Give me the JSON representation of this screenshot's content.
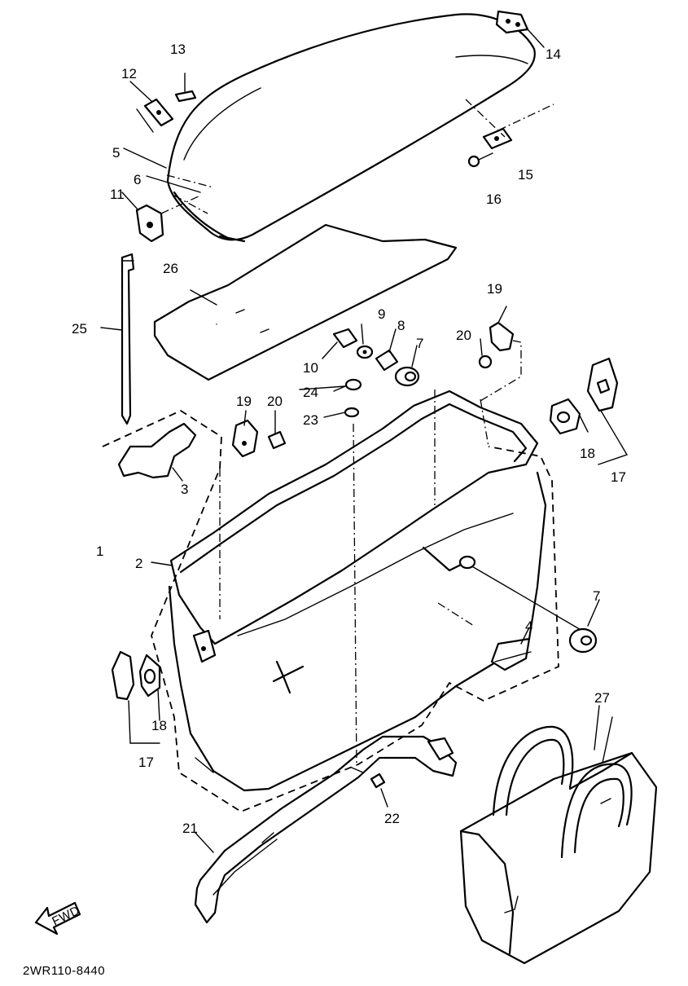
{
  "diagram": {
    "drawing_code": "2WR110-8440",
    "direction_marker": "FWD",
    "callouts": [
      {
        "key": "c1",
        "label": "1"
      },
      {
        "key": "c2",
        "label": "2"
      },
      {
        "key": "c3",
        "label": "3"
      },
      {
        "key": "c4",
        "label": "4"
      },
      {
        "key": "c5",
        "label": "5"
      },
      {
        "key": "c6",
        "label": "6"
      },
      {
        "key": "c7a",
        "label": "7"
      },
      {
        "key": "c7b",
        "label": "7"
      },
      {
        "key": "c8",
        "label": "8"
      },
      {
        "key": "c9",
        "label": "9"
      },
      {
        "key": "c10",
        "label": "10"
      },
      {
        "key": "c11",
        "label": "11"
      },
      {
        "key": "c12",
        "label": "12"
      },
      {
        "key": "c13",
        "label": "13"
      },
      {
        "key": "c14",
        "label": "14"
      },
      {
        "key": "c15",
        "label": "15"
      },
      {
        "key": "c16",
        "label": "16"
      },
      {
        "key": "c17a",
        "label": "17"
      },
      {
        "key": "c17b",
        "label": "17"
      },
      {
        "key": "c18a",
        "label": "18"
      },
      {
        "key": "c18b",
        "label": "18"
      },
      {
        "key": "c19a",
        "label": "19"
      },
      {
        "key": "c19b",
        "label": "19"
      },
      {
        "key": "c20a",
        "label": "20"
      },
      {
        "key": "c20b",
        "label": "20"
      },
      {
        "key": "c21",
        "label": "21"
      },
      {
        "key": "c22",
        "label": "22"
      },
      {
        "key": "c23",
        "label": "23"
      },
      {
        "key": "c24",
        "label": "24"
      },
      {
        "key": "c25",
        "label": "25"
      },
      {
        "key": "c26",
        "label": "26"
      },
      {
        "key": "c27",
        "label": "27"
      }
    ]
  }
}
